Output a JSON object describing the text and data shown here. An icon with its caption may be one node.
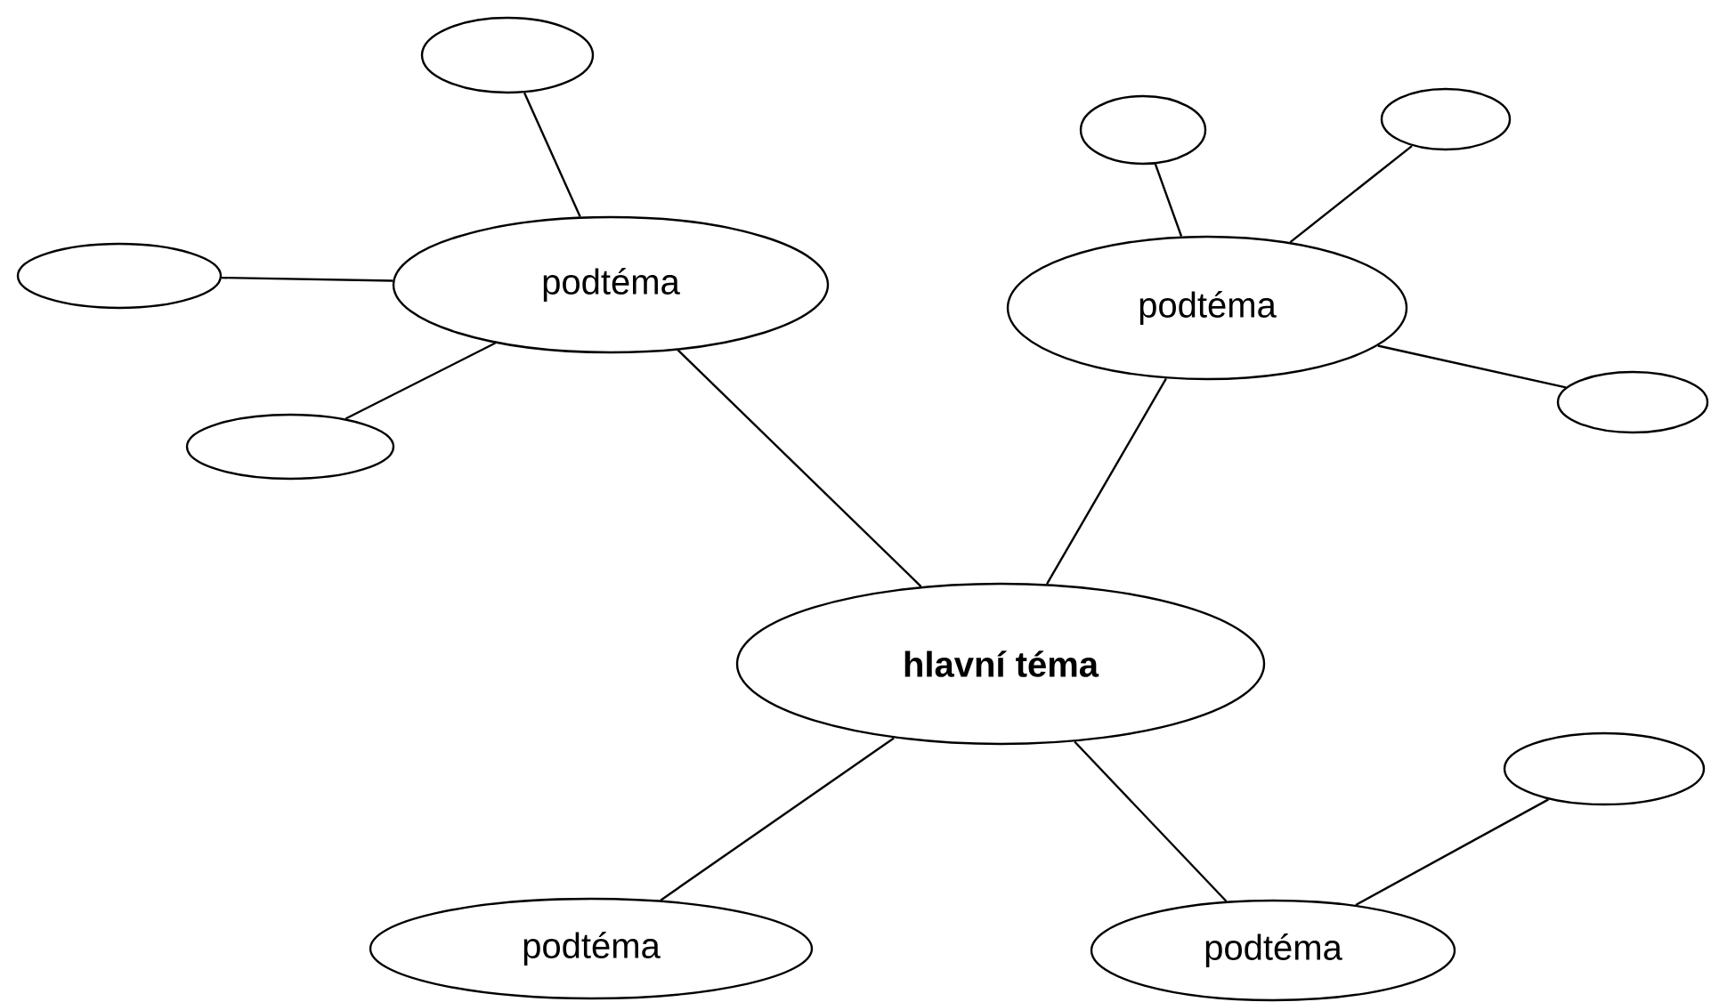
{
  "diagram": {
    "nodes": [
      {
        "text": [
          "hlavní téma"
        ]
      },
      {
        "text": [
          "podtéma"
        ]
      },
      {
        "text": [
          "podtéma"
        ]
      },
      {
        "text": [
          "podtéma"
        ]
      },
      {
        "text": [
          "podtéma"
        ]
      },
      {
        "text": [],
        "shape": "ellipse"
      },
      {
        "text": [],
        "shape": "ellipse"
      },
      {
        "text": [],
        "shape": "ellipse"
      },
      {
        "text": [],
        "shape": "ellipse"
      },
      {
        "text": [],
        "shape": "ellipse"
      },
      {
        "text": [],
        "shape": "ellipse"
      },
      {
        "text": [],
        "shape": "ellipse"
      }
    ],
    "edges": [
      {
        "from": 0,
        "to": 1,
        "arrow": "none"
      },
      {
        "from": 0,
        "to": 2,
        "arrow": "none"
      },
      {
        "from": 0,
        "to": 3,
        "arrow": "none"
      },
      {
        "from": 0,
        "to": 4,
        "arrow": "none"
      },
      {
        "from": 1,
        "to": 5,
        "arrow": "none"
      },
      {
        "from": 1,
        "to": 6,
        "arrow": "none"
      },
      {
        "from": 1,
        "to": 7,
        "arrow": "none"
      },
      {
        "from": 2,
        "to": 8,
        "arrow": "none"
      },
      {
        "from": 2,
        "to": 9,
        "arrow": "none"
      },
      {
        "from": 2,
        "to": 10,
        "arrow": "none"
      },
      {
        "from": 4,
        "to": 11,
        "arrow": "none"
      }
    ]
  }
}
